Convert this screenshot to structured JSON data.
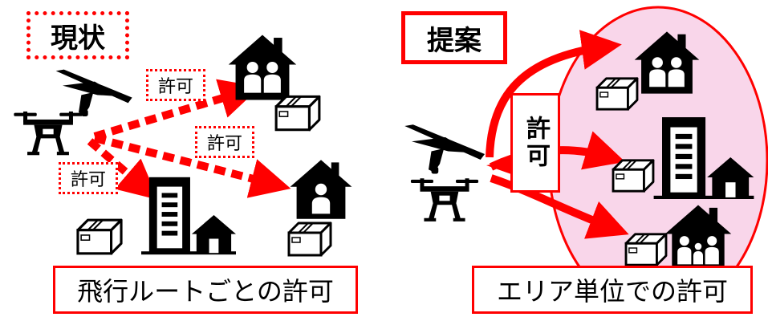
{
  "left_panel": {
    "status_label": "現状",
    "permit_labels": [
      "許可",
      "許可",
      "許可"
    ],
    "caption": "飛行ルートごとの許可"
  },
  "right_panel": {
    "proposal_label": "提案",
    "permit_label": "許可",
    "caption": "エリア単位での許可"
  },
  "colors": {
    "accent": "#ff0000",
    "area_fill": "#f9d6ea",
    "icon": "#000000"
  }
}
